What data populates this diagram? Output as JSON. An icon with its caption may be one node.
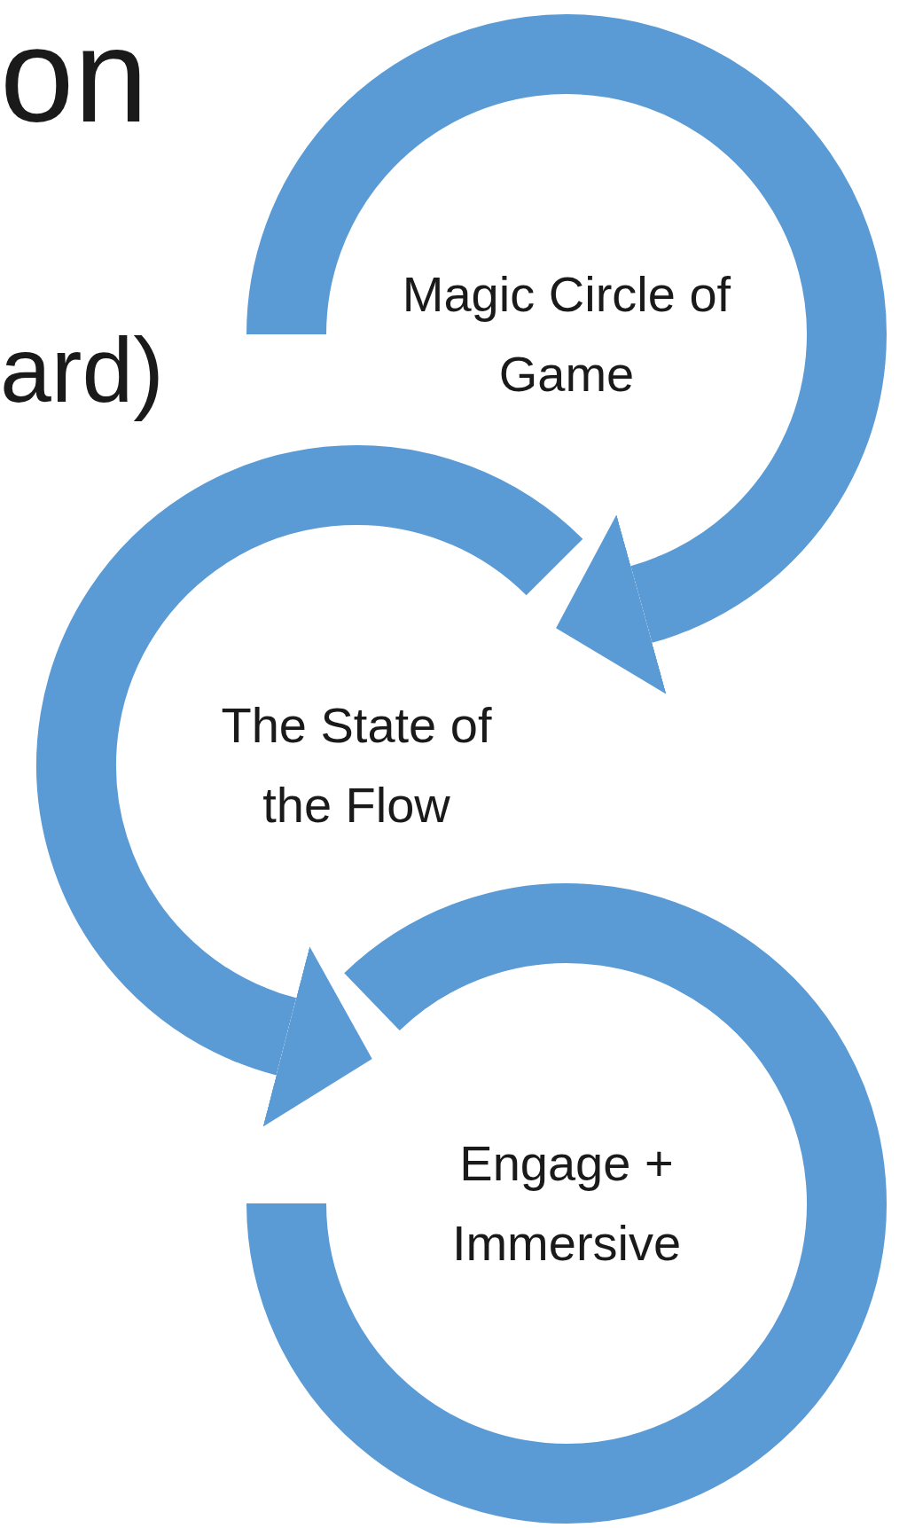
{
  "diagram": {
    "nodes": [
      {
        "text": [
          "Magic Circle of Game"
        ]
      },
      {
        "text": [
          "The State of the Flow"
        ]
      },
      {
        "text": [
          "Engage + Immersive"
        ]
      }
    ],
    "edges": [
      {
        "from": 0,
        "to": 1,
        "arrow": "to"
      },
      {
        "from": 1,
        "to": 2,
        "arrow": "to"
      }
    ],
    "labels": [
      "on",
      "ard)"
    ]
  }
}
